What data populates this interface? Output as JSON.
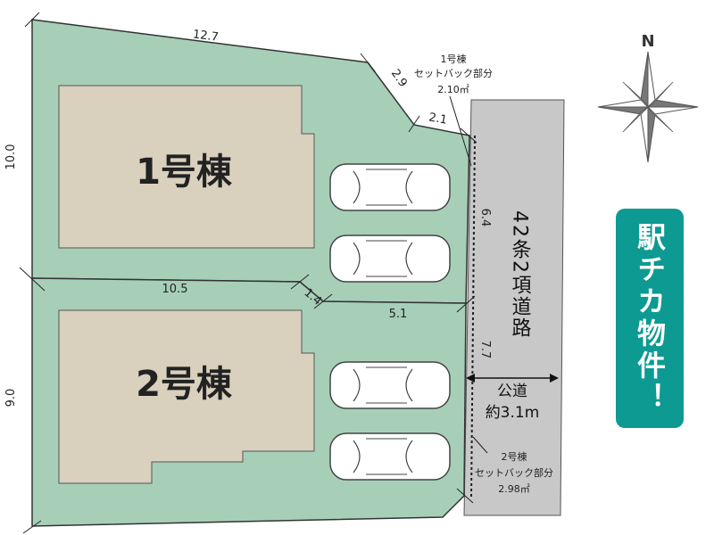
{
  "lots": {
    "lot1": {
      "label": "1号棟"
    },
    "lot2": {
      "label": "2号棟"
    }
  },
  "dimensions": {
    "top": "12.7",
    "diag_a": "2.9",
    "diag_b": "2.1",
    "left_upper": "10.0",
    "left_lower": "9.0",
    "mid_a": "10.5",
    "mid_b": "1.4",
    "mid_c": "5.1",
    "front_upper": "6.4",
    "front_lower": "7.7"
  },
  "setback_1": {
    "line1": "1号棟",
    "line2": "セットバック部分",
    "line3": "2.10㎡"
  },
  "setback_2": {
    "line1": "2号棟",
    "line2": "セットバック部分",
    "line3": "2.98㎡"
  },
  "road": {
    "name": "42条2項道路",
    "width_label": "公道",
    "width_value": "約3.1m"
  },
  "compass": {
    "north": "N"
  },
  "badge": {
    "text": "駅チカ物件！"
  },
  "colors": {
    "lot": "#a7cfb8",
    "building": "#d9d0bd",
    "road": "#c8c8c8",
    "badge": "#0d9a93"
  }
}
